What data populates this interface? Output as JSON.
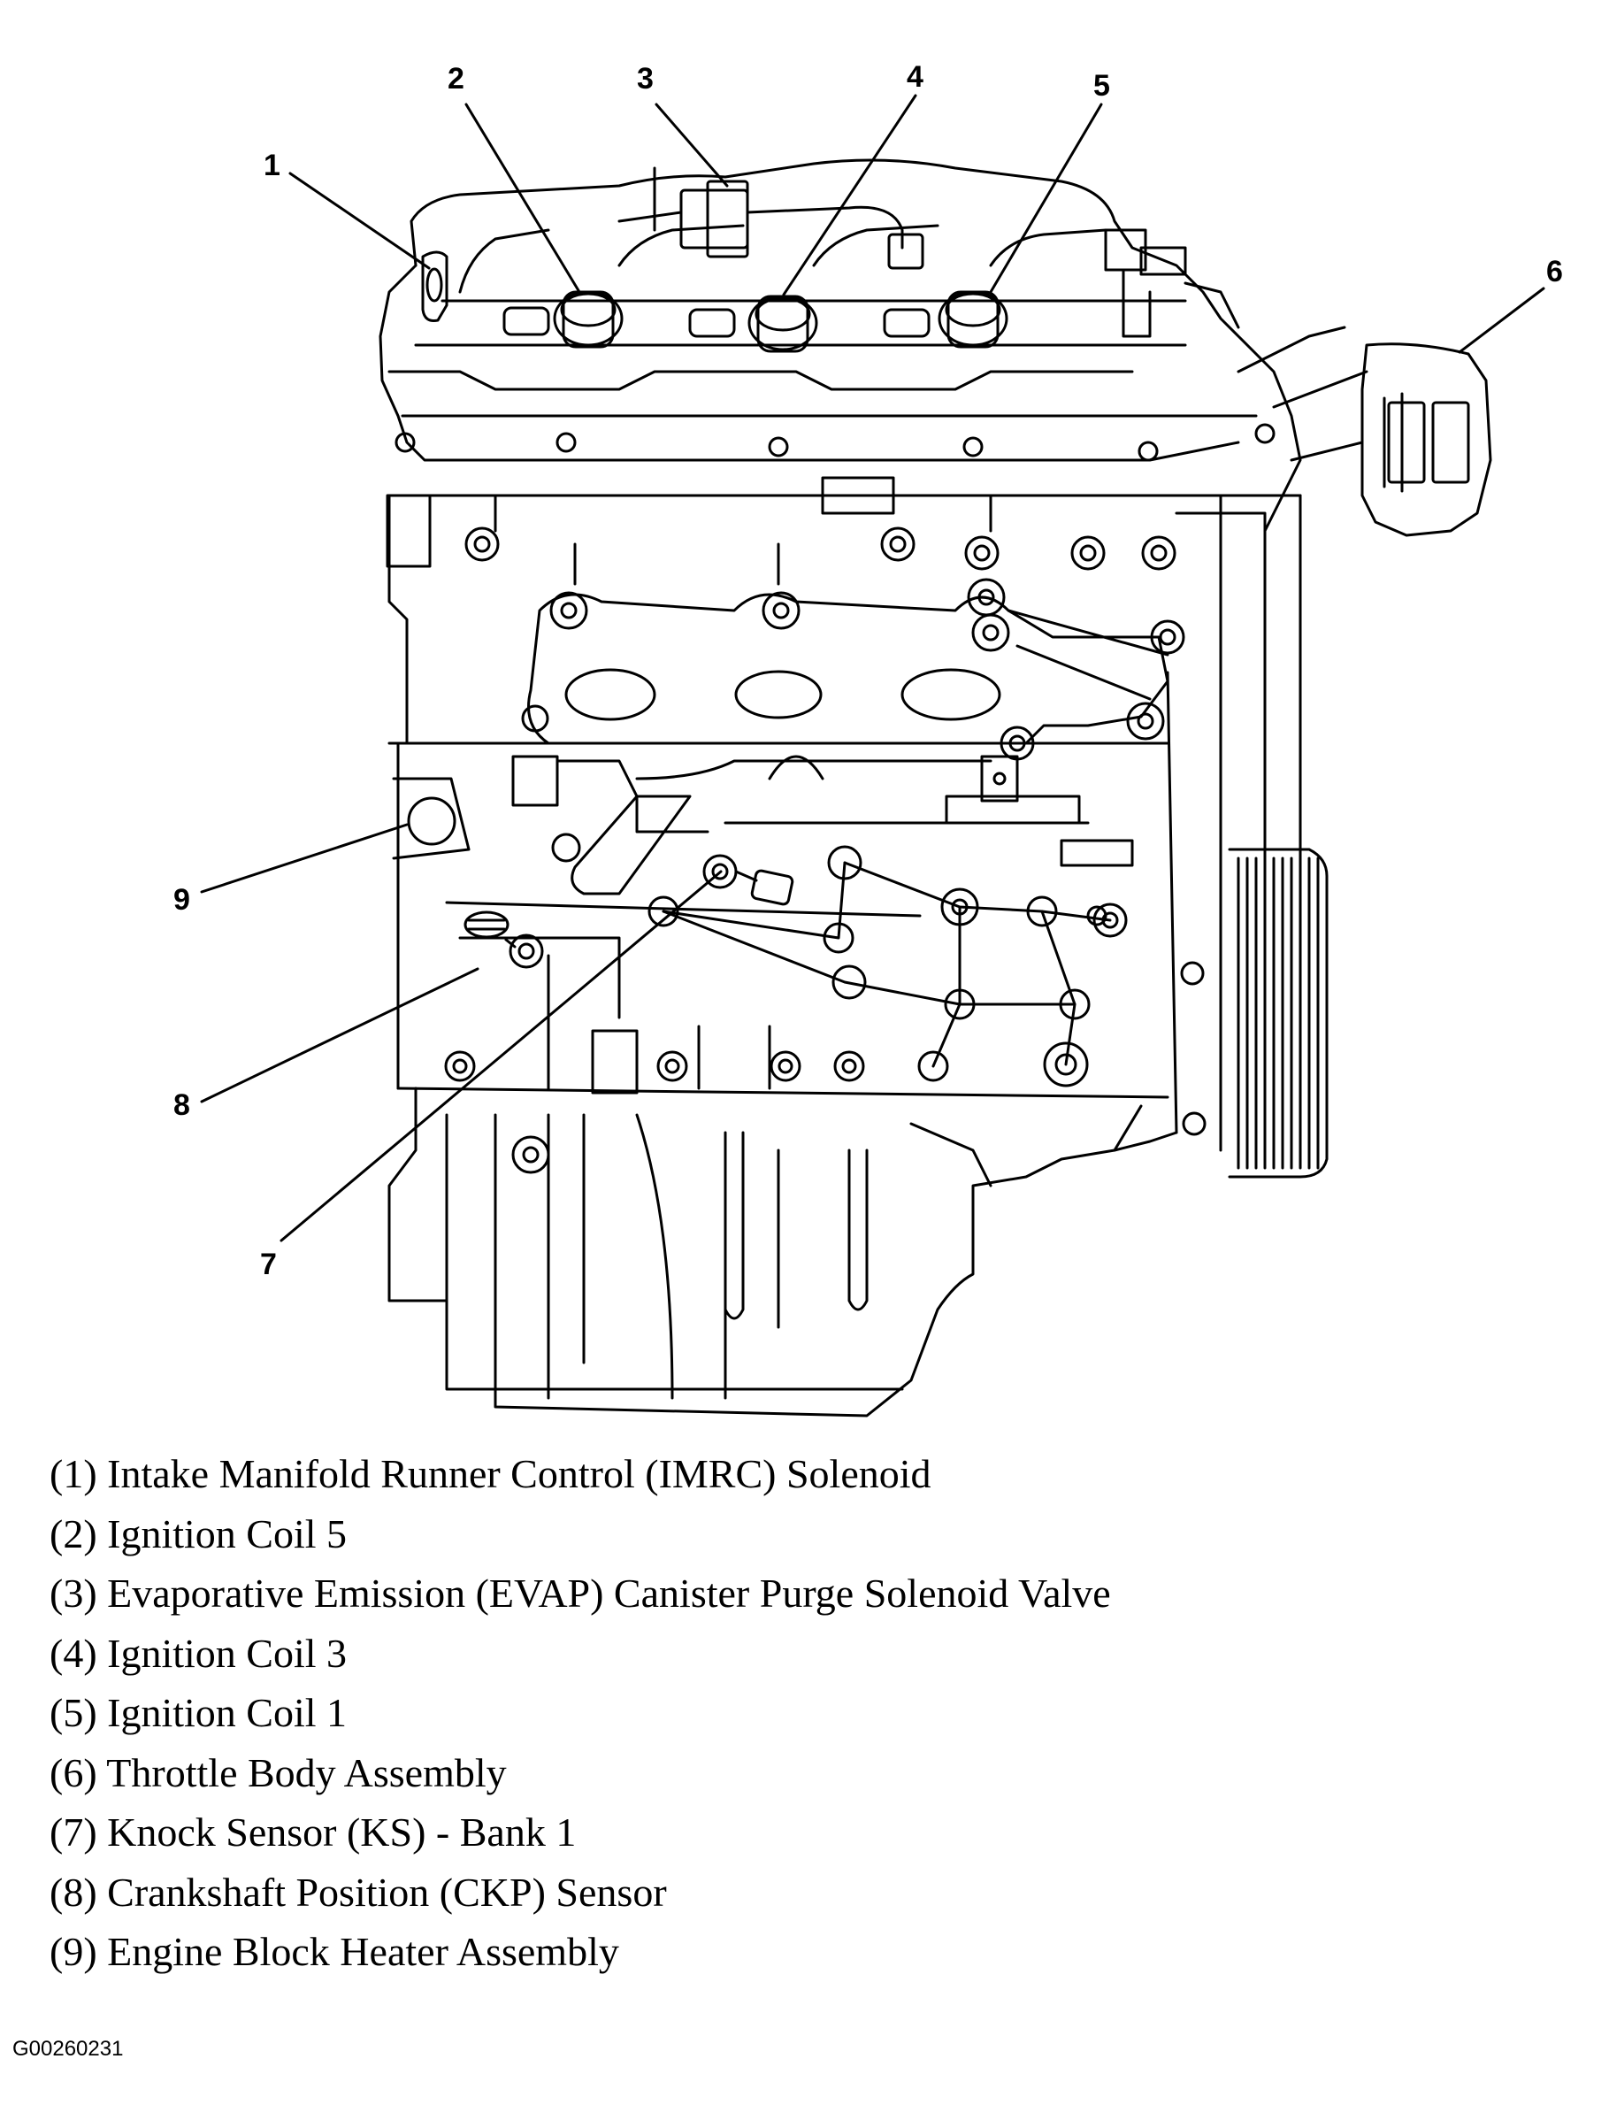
{
  "callouts": [
    {
      "num": "1"
    },
    {
      "num": "2"
    },
    {
      "num": "3"
    },
    {
      "num": "4"
    },
    {
      "num": "5"
    },
    {
      "num": "6"
    },
    {
      "num": "7"
    },
    {
      "num": "8"
    },
    {
      "num": "9"
    }
  ],
  "legend": [
    "(1) Intake Manifold Runner Control (IMRC) Solenoid",
    "(2) Ignition Coil 5",
    "(3) Evaporative Emission (EVAP) Canister Purge Solenoid Valve",
    "(4) Ignition Coil 3",
    "(5) Ignition Coil 1",
    "(6) Throttle Body Assembly",
    "(7) Knock Sensor (KS) - Bank 1",
    "(8) Crankshaft Position (CKP) Sensor",
    "(9) Engine Block Heater Assembly"
  ],
  "figure_id": "G00260231"
}
